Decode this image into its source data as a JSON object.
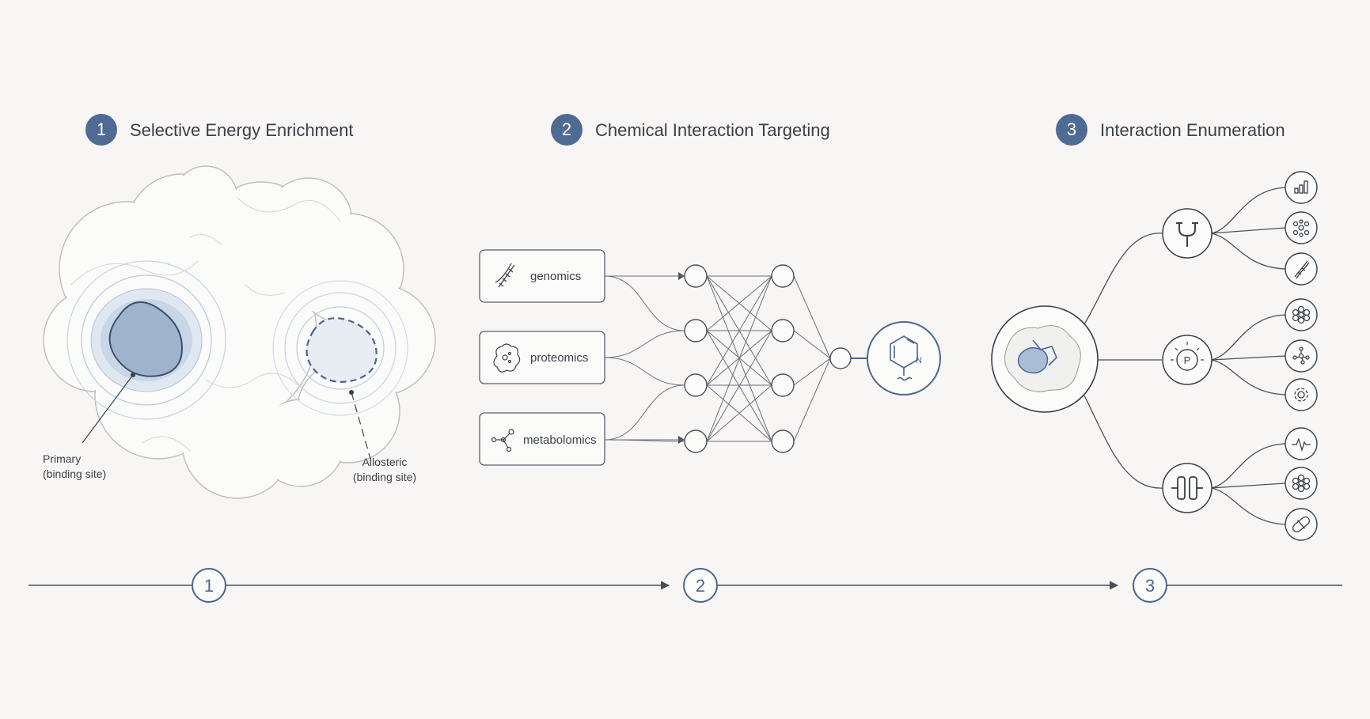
{
  "colors": {
    "background": "#f7f6f4",
    "accent": "#4a6590",
    "accent_fill": "#4f6a93",
    "ink": "#3a3f4a",
    "line": "#5a5f6a",
    "blob": "#bcbcbc",
    "halo": "#8fa7c8"
  },
  "sections": [
    {
      "number": "1",
      "title": "Selective Energy Enrichment"
    },
    {
      "number": "2",
      "title": "Chemical Interaction Targeting"
    },
    {
      "number": "3",
      "title": "Interaction Enumeration"
    }
  ],
  "panel1": {
    "primary_label": [
      "Primary",
      "(binding site)"
    ],
    "allosteric_label": [
      "Allosteric",
      "(binding site)"
    ]
  },
  "panel2": {
    "inputs": [
      {
        "label": "genomics",
        "icon": "dna-icon"
      },
      {
        "label": "proteomics",
        "icon": "protein-icon"
      },
      {
        "label": "metabolomics",
        "icon": "molecule-icon"
      }
    ],
    "output_icon": "pyridine-icon",
    "output_atom": "N"
  },
  "panel3": {
    "hub_icon": "protein-ligand-icon",
    "branches": [
      {
        "icon": "antibody-icon",
        "leaves": [
          "bar-chart-icon",
          "cell-cluster-icon",
          "dna-icon"
        ]
      },
      {
        "icon": "phosphate-icon",
        "symbol": "P",
        "leaves": [
          "flower-cluster-icon",
          "molecule-network-icon",
          "gear-icon"
        ]
      },
      {
        "icon": "channel-icon",
        "leaves": [
          "pulse-icon",
          "flower-cluster-icon",
          "pill-icon"
        ]
      }
    ]
  },
  "timeline": {
    "steps": [
      "1",
      "2",
      "3"
    ]
  }
}
